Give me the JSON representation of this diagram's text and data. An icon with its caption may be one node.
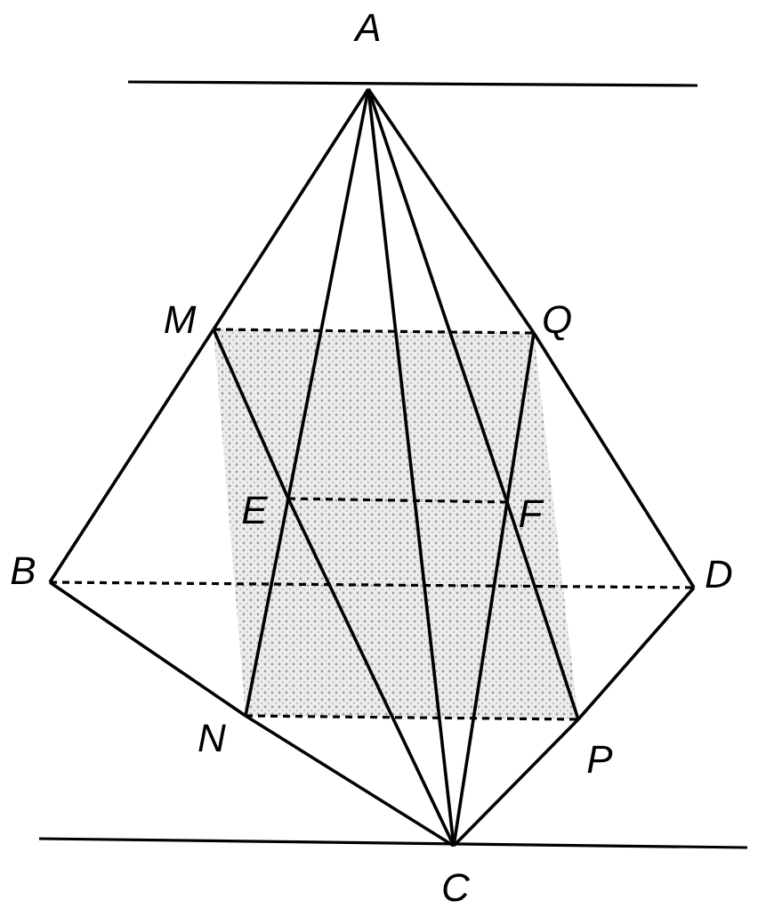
{
  "diagram": {
    "nodes": [
      {
        "text": [
          "A"
        ]
      },
      {
        "text": [
          "M"
        ]
      },
      {
        "text": [
          "Q"
        ]
      },
      {
        "text": [
          "E"
        ]
      },
      {
        "text": [
          "F"
        ]
      },
      {
        "text": [
          "B"
        ]
      },
      {
        "text": [
          "D"
        ]
      },
      {
        "text": [
          "N"
        ]
      },
      {
        "text": [
          "P"
        ]
      },
      {
        "text": [
          "C"
        ]
      }
    ],
    "edges": [
      {
        "from": 0,
        "to": 1,
        "arrow": "none"
      },
      {
        "from": 1,
        "to": 5,
        "arrow": "none"
      },
      {
        "from": 5,
        "to": 7,
        "arrow": "none"
      },
      {
        "from": 7,
        "to": 9,
        "arrow": "none"
      },
      {
        "from": 9,
        "to": 8,
        "arrow": "none"
      },
      {
        "from": 8,
        "to": 6,
        "arrow": "none"
      },
      {
        "from": 6,
        "to": 2,
        "arrow": "none"
      },
      {
        "from": 2,
        "to": 0,
        "arrow": "none"
      },
      {
        "from": 0,
        "to": 3,
        "arrow": "none"
      },
      {
        "from": 3,
        "to": 7,
        "arrow": "none"
      },
      {
        "from": 0,
        "to": 9,
        "arrow": "none"
      },
      {
        "from": 0,
        "to": 4,
        "arrow": "none"
      },
      {
        "from": 4,
        "to": 8,
        "arrow": "none"
      },
      {
        "from": 1,
        "to": 3,
        "arrow": "none"
      },
      {
        "from": 3,
        "to": 9,
        "arrow": "none"
      },
      {
        "from": 2,
        "to": 4,
        "arrow": "none"
      },
      {
        "from": 4,
        "to": 9,
        "arrow": "none"
      },
      {
        "from": 1,
        "to": 2,
        "arrow": "none",
        "style": "dashed"
      },
      {
        "from": 3,
        "to": 4,
        "arrow": "none",
        "style": "dashed"
      },
      {
        "from": 5,
        "to": 6,
        "arrow": "none",
        "style": "dashed"
      },
      {
        "from": 7,
        "to": 8,
        "arrow": "none",
        "style": "dashed"
      }
    ]
  }
}
